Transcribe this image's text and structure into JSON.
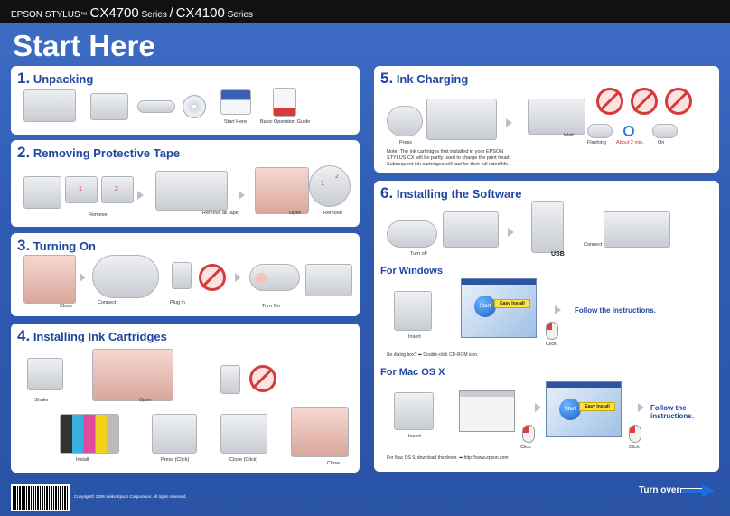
{
  "header": {
    "brand": "EPSON STYLUS",
    "tm": "™",
    "model1": "CX4700",
    "series1": "Series",
    "sep": "/",
    "model2": "CX4100",
    "series2": "Series"
  },
  "title": "Start Here",
  "s1": {
    "num": "1.",
    "title": "Unpacking",
    "labels": [
      "Start Here",
      "Basic Operation Guide"
    ]
  },
  "s2": {
    "num": "2.",
    "title": "Removing Protective Tape",
    "labels": [
      "Remove",
      "Remove all tape",
      "Open",
      "Remove"
    ],
    "step_marks": [
      "1",
      "2",
      "1",
      "2"
    ]
  },
  "s3": {
    "num": "3.",
    "title": "Turning On",
    "labels": [
      "Close",
      "Connect",
      "Plug in",
      "Turn On"
    ]
  },
  "s4": {
    "num": "4.",
    "title": "Installing Ink Cartridges",
    "labels": [
      "Shake",
      "Open",
      "Install",
      "Press (Click)",
      "Close (Click)",
      "Close"
    ]
  },
  "s5": {
    "num": "5.",
    "title": "Ink Charging",
    "labels": [
      "Press",
      "Wait",
      "Flashing",
      "About 2 min.",
      "On"
    ],
    "note": "Note: The ink cartridges first installed in your EPSON STYLUS CX will be partly used to charge the print head. Subsequent ink cartridges will last for their full rated life."
  },
  "s6": {
    "num": "6.",
    "title": "Installing the Software",
    "labels": [
      "Turn off",
      "Connect",
      "USB"
    ],
    "windows": {
      "title": "For Windows",
      "labels": [
        "Insert",
        "Click"
      ],
      "follow": "Follow the instructions.",
      "bullet": "No dialog box? ➡ Double-click CD-ROM icon.",
      "screen": {
        "start": "Start",
        "easy": "Easy Install"
      }
    },
    "mac": {
      "title": "For Mac OS X",
      "labels": [
        "Insert",
        "Click",
        "Click"
      ],
      "follow": "Follow the instructions.",
      "bullet": "For Mac OS 9, download the driver. ➡ http://www.epson.com",
      "screen": {
        "start": "Start",
        "easy": "Easy Install"
      }
    }
  },
  "footer": {
    "copyright": "Copyright© 2006 Seiko Epson Corporation. All rights reserved.",
    "turn_over": "Turn over"
  },
  "colors": {
    "background": "#2b55a8",
    "heading": "#1f46a0",
    "accent_red": "#d83a3a",
    "arrow_blue": "#1f6be0"
  }
}
